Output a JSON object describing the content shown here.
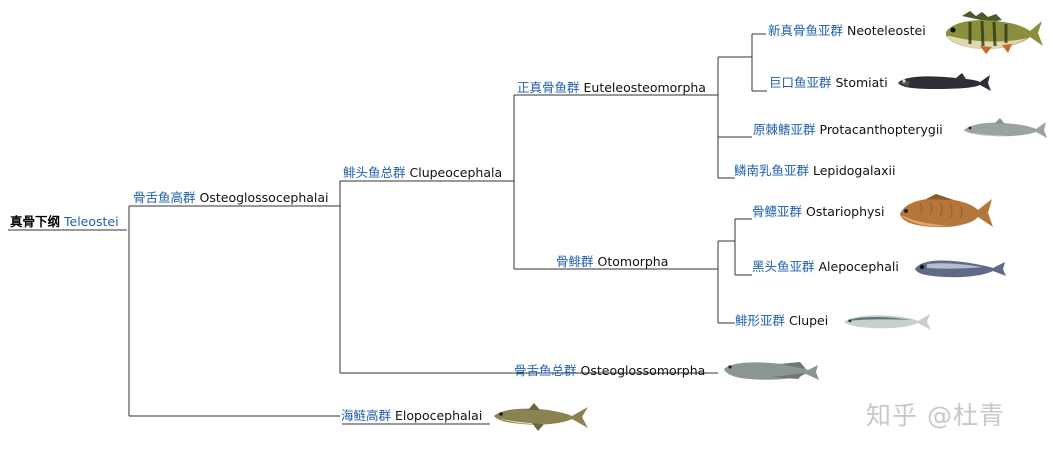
{
  "root": {
    "cn": "真骨下纲",
    "en": "Teleostei"
  },
  "nodes": {
    "osteoglossocephalai": {
      "cn": "骨舌鱼高群",
      "en": "Osteoglossocephalai"
    },
    "elopocephalai": {
      "cn": "海鲢高群",
      "en": "Elopocephalai"
    },
    "clupeocephala": {
      "cn": "鲱头鱼总群",
      "en": "Clupeocephala"
    },
    "osteoglossomorpha": {
      "cn": "骨舌鱼总群",
      "en": "Osteoglossomorpha"
    },
    "euteleosteomorpha": {
      "cn": "正真骨鱼群",
      "en": "Euteleosteomorpha"
    },
    "otomorpha": {
      "cn": "骨鲱群",
      "en": "Otomorpha"
    },
    "neoteleostei": {
      "cn": "新真骨鱼亚群",
      "en": "Neoteleostei"
    },
    "stomiati": {
      "cn": "巨口鱼亚群",
      "en": "Stomiati"
    },
    "protacanthopterygii": {
      "cn": "原棘鳍亚群",
      "en": "Protacanthopterygii"
    },
    "lepidogalaxii": {
      "cn": "鳞南乳鱼亚群",
      "en": "Lepidogalaxii"
    },
    "ostariophysi": {
      "cn": "骨鳔亚群",
      "en": "Ostariophysi"
    },
    "alepocephali": {
      "cn": "黑头鱼亚群",
      "en": "Alepocephali"
    },
    "clupei": {
      "cn": "鲱形亚群",
      "en": "Clupei"
    }
  },
  "watermark": "知乎 @杜青",
  "colors": {
    "line": "#333333",
    "chinese_label": "#1f5fb0"
  }
}
